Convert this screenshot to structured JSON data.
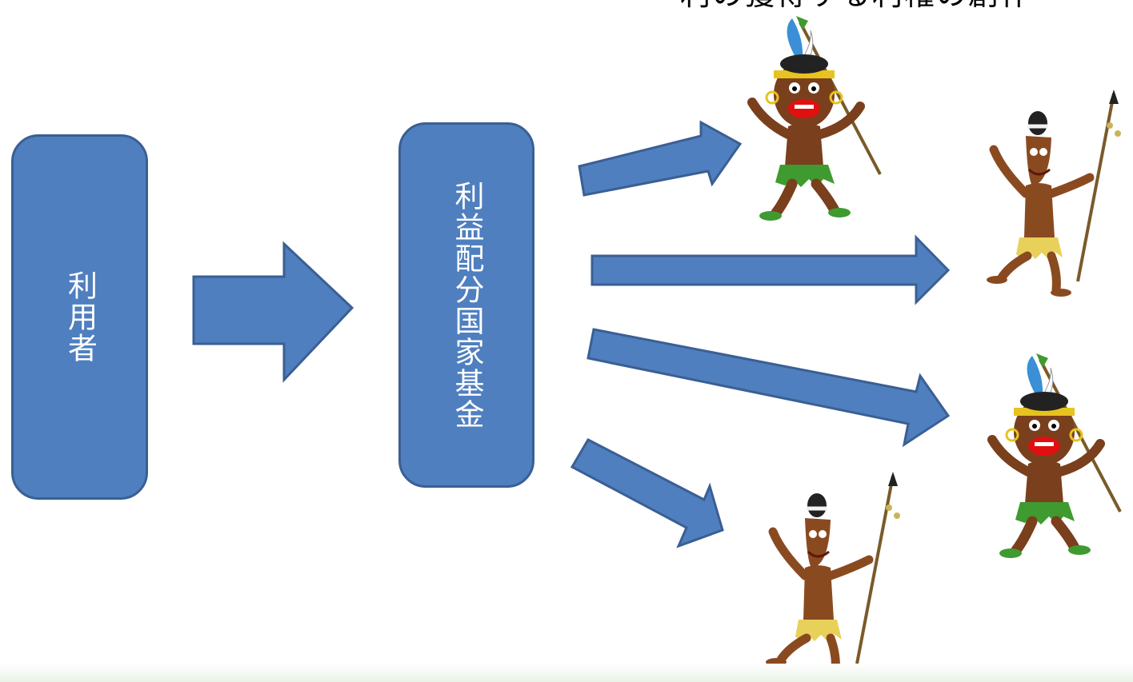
{
  "header": {
    "title_fragment": "利の獲得する利権の創作"
  },
  "nodes": {
    "user": {
      "label": "利用者"
    },
    "fund": {
      "label": "利益配分国家基金"
    }
  },
  "figures": [
    {
      "name": "tribal-figure-feather-top"
    },
    {
      "name": "tribal-figure-spear-right-top"
    },
    {
      "name": "tribal-figure-feather-right-bottom"
    },
    {
      "name": "tribal-figure-spear-bottom"
    }
  ],
  "colors": {
    "box_fill": "#4f7fbf",
    "box_stroke": "#3a5f93",
    "skin": "#7a3f1c",
    "skirt_green": "#3f9a2f",
    "skirt_yellow": "#e8d15a"
  }
}
